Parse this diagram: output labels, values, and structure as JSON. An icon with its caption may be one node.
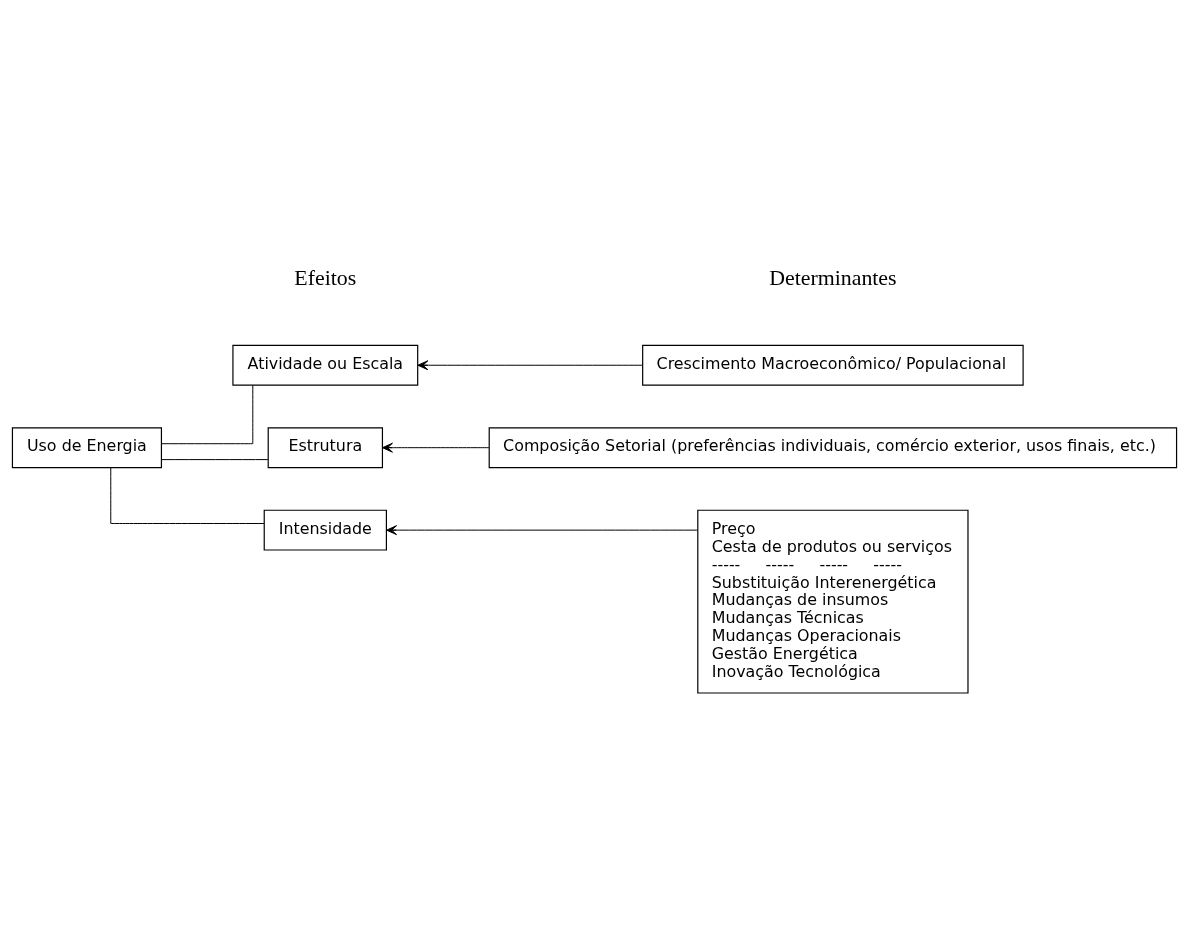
{
  "diagram": {
    "nodes": [
      {
        "text": [
          "Uso de Energia"
        ]
      },
      {
        "text": [
          "Atividade ou Escala"
        ]
      },
      {
        "text": [
          "Estrutura"
        ]
      },
      {
        "text": [
          "Intensidade"
        ]
      },
      {
        "text": [
          "Crescimento Macroeconômico/ Populacional"
        ]
      },
      {
        "text": [
          "Composição Setorial (preferências individuais, comércio exterior, usos finais, etc.)"
        ]
      },
      {
        "text": [
          "Preço",
          "Cesta de produtos ou serviços",
          "-----     -----     -----     -----",
          "Substituição Interenergética",
          "Mudanças de insumos",
          "Mudanças Técnicas",
          "Mudanças Operacionais",
          "Gestão Energética",
          "Inovação Tecnológica"
        ]
      }
    ],
    "edges": [
      {
        "from": 0,
        "to": 1,
        "arrow": "none"
      },
      {
        "from": 0,
        "to": 2,
        "arrow": "none"
      },
      {
        "from": 0,
        "to": 3,
        "arrow": "none"
      },
      {
        "from": 4,
        "to": 1,
        "arrow": "to"
      },
      {
        "from": 5,
        "to": 2,
        "arrow": "to"
      },
      {
        "from": 6,
        "to": 3,
        "arrow": "to"
      }
    ],
    "labels": [
      "Efeitos",
      "Determinantes"
    ]
  }
}
